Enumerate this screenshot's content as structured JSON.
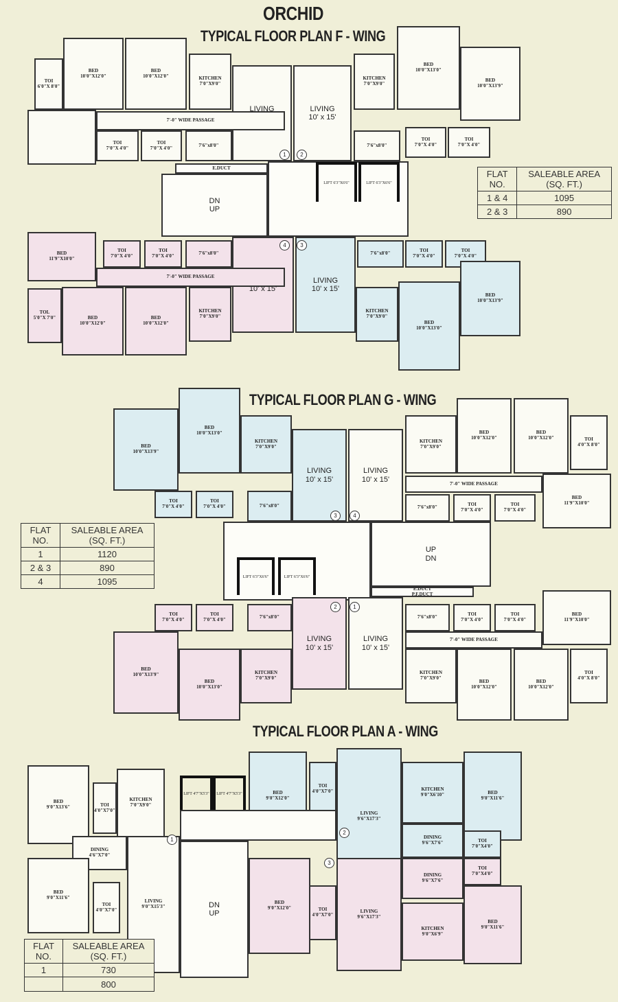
{
  "project_title": "ORCHID",
  "colors": {
    "background": "#f0efd8",
    "flat_pink": "#f3e2ea",
    "flat_blue": "#dcedf1",
    "wall": "#333333"
  },
  "f_wing": {
    "title": "TYPICAL FLOOR PLAN F - WING",
    "rooms": [
      {
        "name": "TOI",
        "size": "6'0\"X 8'0\""
      },
      {
        "name": "BED",
        "size": "10'0\"X12'0\""
      },
      {
        "name": "BED",
        "size": "10'0\"X12'0\""
      },
      {
        "name": "KITCHEN",
        "size": "7'0\"X9'0\""
      },
      {
        "name": "LIVING",
        "size": "10' x 15'"
      },
      {
        "name": "LIVING",
        "size": "10' x 15'"
      },
      {
        "name": "KITCHEN",
        "size": "7'0\"X9'0\""
      },
      {
        "name": "BED",
        "size": "10'0\"X13'0\""
      },
      {
        "name": "BED",
        "size": "10'0\"X13'9\""
      },
      {},
      {
        "name": "7'-0\" WIDE PASSAGE"
      },
      {
        "name": "TOI",
        "size": "7'0\"X 4'0\""
      },
      {
        "name": "TOI",
        "size": "7'0\"X 4'0\""
      },
      {
        "size": "7'6\"x8'0\""
      },
      {
        "size": "7'6\"x8'0\""
      },
      {
        "name": "TOI",
        "size": "7'0\"X 4'0\""
      },
      {
        "name": "TOI",
        "size": "7'0\"X 4'0\""
      },
      {
        "name": "E.DUCT"
      },
      {
        "name": "DN",
        "size": "UP"
      },
      {},
      {
        "name": "BED",
        "size": "11'9\"X10'0\""
      },
      {
        "name": "TOI",
        "size": "7'0\"X 4'0\""
      },
      {
        "name": "TOI",
        "size": "7'0\"X 4'0\""
      },
      {
        "size": "7'6\"x8'0\""
      },
      {
        "name": "LIVING",
        "size": "10' x 15'"
      },
      {
        "name": "LIVING",
        "size": "10' x 15'"
      },
      {
        "size": "7'6\"x8'0\""
      },
      {
        "name": "TOI",
        "size": "7'0\"X 4'0\""
      },
      {
        "name": "TOI",
        "size": "7'0\"X 4'0\""
      },
      {
        "name": "7'-0\" WIDE PASSAGE"
      },
      {
        "name": "TOL",
        "size": "5'0\"X 7'0\""
      },
      {
        "name": "BED",
        "size": "10'0\"X12'0\""
      },
      {
        "name": "BED",
        "size": "10'0\"X12'0\""
      },
      {
        "name": "KITCHEN",
        "size": "7'0\"X9'0\""
      },
      {
        "name": "KITCHEN",
        "size": "7'0\"X9'0\""
      },
      {
        "name": "BED",
        "size": "10'0\"X13'0\""
      },
      {
        "name": "BED",
        "size": "10'0\"X13'9\""
      }
    ],
    "lifts": [
      "LIFT 6'3\"X6'6\"",
      "LIFT 6'3\"X6'6\""
    ],
    "flat_numbers": [
      "1",
      "2",
      "4",
      "3"
    ],
    "area_table": {
      "header": [
        "FLAT NO.",
        "SALEABLE AREA (SQ. FT.)"
      ],
      "rows": [
        [
          "1 & 4",
          "1095"
        ],
        [
          "2 & 3",
          "890"
        ]
      ]
    }
  },
  "g_wing": {
    "title": "TYPICAL FLOOR PLAN G - WING",
    "rooms": [
      {
        "name": "BED",
        "size": "10'0\"X13'9\""
      },
      {
        "name": "BED",
        "size": "10'0\"X13'0\""
      },
      {
        "name": "KITCHEN",
        "size": "7'0\"X9'0\""
      },
      {
        "name": "LIVING",
        "size": "10' x 15'"
      },
      {
        "name": "LIVING",
        "size": "10' x 15'"
      },
      {
        "name": "KITCHEN",
        "size": "7'0\"X9'0\""
      },
      {
        "name": "BED",
        "size": "10'0\"X12'0\""
      },
      {
        "name": "BED",
        "size": "10'0\"X12'0\""
      },
      {
        "name": "TOI",
        "size": "4'0\"X 8'0\""
      },
      {
        "name": "BED",
        "size": "11'9\"X10'0\""
      },
      {
        "name": "7'-0\" WIDE PASSAGE"
      },
      {
        "name": "TOI",
        "size": "7'0\"X 4'0\""
      },
      {
        "name": "TOI",
        "size": "7'0\"X 4'0\""
      },
      {
        "size": "7'6\"x8'0\""
      },
      {
        "size": "7'6\"x8'0\""
      },
      {
        "name": "TOI",
        "size": "7'0\"X 4'0\""
      },
      {
        "name": "TOI",
        "size": "7'0\"X 4'0\""
      },
      {},
      {
        "name": "UP",
        "size": "DN"
      },
      {
        "name": "E.DUCT",
        "size": "P.F.DUCT"
      },
      {
        "name": "TOI",
        "size": "7'0\"X 4'0\""
      },
      {
        "name": "TOI",
        "size": "7'0\"X 4'0\""
      },
      {
        "size": "7'6\"x8'0\""
      },
      {
        "name": "LIVING",
        "size": "10' x 15'"
      },
      {
        "name": "LIVING",
        "size": "10' x 15'"
      },
      {
        "size": "7'6\"x8'0\""
      },
      {
        "name": "TOI",
        "size": "7'0\"X 4'0\""
      },
      {
        "name": "TOI",
        "size": "7'0\"X 4'0\""
      },
      {
        "name": "7'-0\" WIDE PASSAGE"
      },
      {
        "name": "BED",
        "size": "11'9\"X10'0\""
      },
      {
        "name": "BED",
        "size": "10'0\"X13'9\""
      },
      {
        "name": "BED",
        "size": "10'0\"X13'0\""
      },
      {
        "name": "KITCHEN",
        "size": "7'0\"X9'0\""
      },
      {
        "name": "KITCHEN",
        "size": "7'0\"X9'0\""
      },
      {
        "name": "BED",
        "size": "10'0\"X12'0\""
      },
      {
        "name": "BED",
        "size": "10'0\"X12'0\""
      },
      {
        "name": "TOI",
        "size": "4'0\"X 8'0\""
      }
    ],
    "lifts": [
      "LIFT 6'3\"X6'6\"",
      "LIFT 6'3\"X6'6\""
    ],
    "flat_numbers": [
      "3",
      "4",
      "2",
      "1"
    ],
    "area_table": {
      "header": [
        "FLAT NO.",
        "SALEABLE AREA (SQ. FT.)"
      ],
      "rows": [
        [
          "1",
          "1120"
        ],
        [
          "2 & 3",
          "890"
        ],
        [
          "4",
          "1095"
        ]
      ]
    }
  },
  "a_wing": {
    "title": "TYPICAL FLOOR PLAN A - WING",
    "rooms": [
      {
        "name": "BED",
        "size": "9'0\"X13'6\""
      },
      {
        "name": "TOI",
        "size": "4'0\"X7'0\""
      },
      {
        "name": "KITCHEN",
        "size": "7'0\"X9'0\""
      },
      {
        "name": "DINING",
        "size": "4'6\"X7'0\""
      },
      {
        "name": "LIVING",
        "size": "9'0\"X15'3\""
      },
      {
        "name": "BED",
        "size": "9'0\"X11'6\""
      },
      {
        "name": "TOI",
        "size": "4'0\"X7'0\""
      },
      {
        "name": "BED",
        "size": "9'0\"X12'0\""
      },
      {
        "name": "TOI",
        "size": "4'0\"X7'0\""
      },
      {
        "name": "LIVING",
        "size": "9'6\"X17'3\""
      },
      {
        "name": "KITCHEN",
        "size": "9'0\"X6'10\""
      },
      {
        "name": "BED",
        "size": "9'0\"X11'6\""
      },
      {
        "name": "DINING",
        "size": "9'6\"X7'6\""
      },
      {
        "name": "TOI",
        "size": "7'0\"X4'0\""
      },
      {
        "name": "BED",
        "size": "9'0\"X12'0\""
      },
      {
        "name": "TOI",
        "size": "4'0\"X7'0\""
      },
      {
        "name": "LIVING",
        "size": "9'6\"X17'3\""
      },
      {
        "name": "DINING",
        "size": "9'6\"X7'6\""
      },
      {
        "name": "TOI",
        "size": "7'0\"X4'0\""
      },
      {
        "name": "KITCHEN",
        "size": "9'0\"X6'9\""
      },
      {
        "name": "BED",
        "size": "9'0\"X11'6\""
      },
      {
        "name": "DN",
        "size": "UP"
      },
      {}
    ],
    "lifts": [
      "LIFT 4'7\"X5'3\"",
      "LIFT 4'7\"X5'3\""
    ],
    "flat_numbers": [
      "1",
      "2",
      "3"
    ],
    "area_table": {
      "header": [
        "FLAT NO.",
        "SALEABLE AREA (SQ. FT.)"
      ],
      "rows": [
        [
          "1",
          "730"
        ],
        [
          "",
          "800"
        ]
      ]
    }
  }
}
